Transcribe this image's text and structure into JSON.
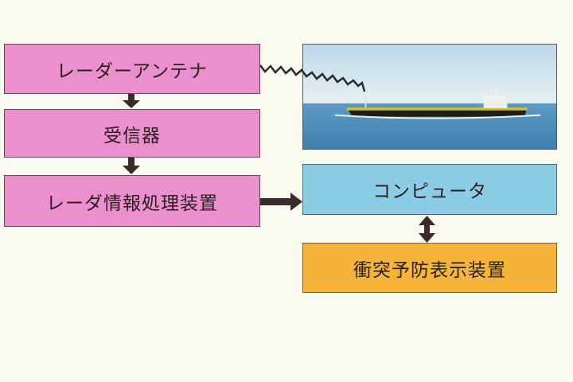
{
  "blocks": {
    "antenna": "レーダーアンテナ",
    "receiver": "受信器",
    "processor": "レーダ情報処理装置",
    "computer": "コンピュータ",
    "display": "衝突予防表示装置"
  },
  "colors": {
    "radar_chain": "#eb8fcf",
    "computer": "#8ccde6",
    "display": "#f6b43a",
    "arrow": "#3a2a2a"
  }
}
